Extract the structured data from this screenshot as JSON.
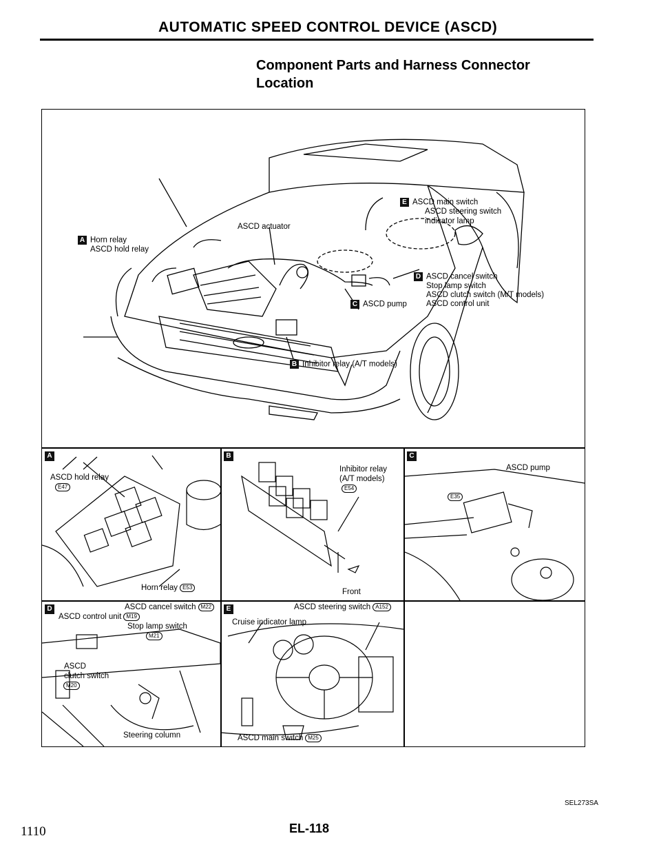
{
  "header": {
    "title": "AUTOMATIC SPEED CONTROL DEVICE (ASCD)"
  },
  "section": {
    "title_line1": "Component Parts and Harness Connector",
    "title_line2": "Location"
  },
  "main_diagram": {
    "horn_relay": "Horn relay",
    "hold_relay": "ASCD hold relay",
    "actuator": "ASCD actuator",
    "main_switch": "ASCD main switch",
    "steering_switch": "ASCD steering switch",
    "indicator_lamp": "indicator lamp",
    "cancel_switch": "ASCD cancel switch",
    "stop_lamp": "Stop lamp switch",
    "clutch_switch": "ASCD clutch switch (M/T models)",
    "control_unit": "ASCD control unit",
    "pump": "ASCD pump",
    "inhibitor": "Inhibitor relay (A/T models)",
    "box_a": "A",
    "box_b": "B",
    "box_c": "C",
    "box_d": "D",
    "box_e": "E"
  },
  "panel_a": {
    "tag": "A",
    "hold_relay": "ASCD hold relay",
    "conn1": "E47",
    "horn_relay": "Horn relay",
    "conn2": "E53"
  },
  "panel_b": {
    "tag": "B",
    "label1": "Inhibitor relay",
    "label2": "(A/T models)",
    "conn": "E54",
    "front": "Front"
  },
  "panel_c": {
    "tag": "C",
    "pump": "ASCD pump",
    "conn": "E35"
  },
  "panel_d": {
    "tag": "D",
    "cancel": "ASCD cancel switch",
    "cancel_conn": "M22",
    "control_unit": "ASCD control unit",
    "cu_conn": "M19",
    "stop_lamp": "Stop lamp switch",
    "stop_conn": "M21",
    "ascd": "ASCD",
    "clutch": "clutch switch",
    "clutch_conn": "M20",
    "steering": "Steering column"
  },
  "panel_e": {
    "tag": "E",
    "steering_switch": "ASCD steering switch",
    "steer_conn": "A152",
    "cruise": "Cruise indicator lamp",
    "main_switch": "ASCD main switch",
    "main_conn": "M25"
  },
  "footer": {
    "code": "SEL273SA",
    "page_number": "1110",
    "page_ref": "EL-118"
  }
}
